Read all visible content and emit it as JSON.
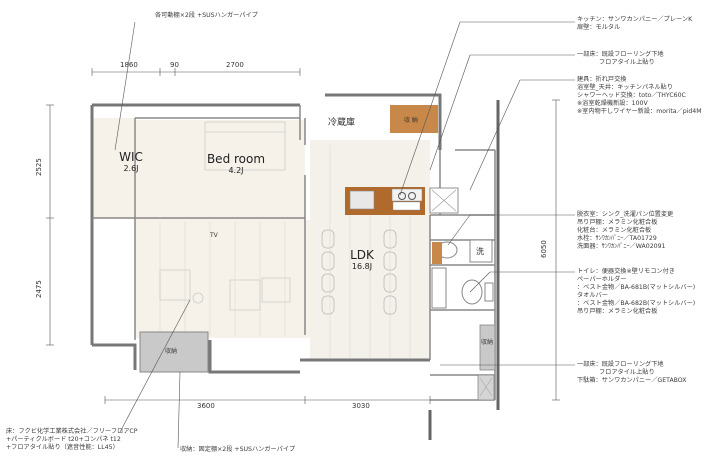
{
  "notes": {
    "top_center": "各可動棚×2段 +SUSハンガーパイプ",
    "r1": [
      "キッチン：サンワカンパニー／プレーンK",
      "扉壁：モルタル"
    ],
    "r2": [
      "一部床：既設フローリング下地",
      "フロアタイル上貼り"
    ],
    "r3": [
      "建具：折れ戸交換",
      "浴室壁_天井：キッチンパネル貼り",
      "シャワーヘッド交換：toto／THYC60C",
      "※浴室乾燥機新設：100V",
      "※室内物干しワイヤー新設：morita／pid4M"
    ],
    "r4": [
      "脱衣室：シンク_洗濯パン位置変更",
      "吊り戸棚：メラミン化粧合板",
      "化粧台：メラミン化粧合板",
      "水栓：ｻﾝﾜｶﾝﾊﾟﾆｰ／TA01729",
      "洗面器：ｻﾝﾜｶﾝﾊﾟﾆｰ／WA02091"
    ],
    "r5": [
      "トイレ：便器交換※壁リモコン付き",
      "ペーパーホルダー",
      "：ベスト金物／BA-681B(マットシルバー)",
      "タオルバー",
      "：ベスト金物／BA-682B(マットシルバー)",
      "吊り戸棚：メラミン化粧合板"
    ],
    "r6": [
      "一部床：既設フローリング下地",
      "フロアタイル上貼り",
      "下駄箱：サンワカンパニー／GETABOX"
    ],
    "bl": [
      "床：フクビ化学工業株式会社／フリーフロアCP",
      "+パーティクルボード t20+コンパネ t12",
      "+フロアタイル貼り（遮音性能：LL45）"
    ],
    "bc": "収納：固定棚×2段 +SUSハンガーパイプ"
  },
  "dimensions": {
    "top": [
      "1860",
      "90",
      "2700"
    ],
    "bottom": [
      "3600",
      "3030"
    ],
    "left": [
      "2525",
      "2475"
    ],
    "right": "6050"
  },
  "rooms": {
    "wic": {
      "name": "WIC",
      "area": "2.6J"
    },
    "bed": {
      "name": "Bed room",
      "area": "4.2J"
    },
    "ldk": {
      "name": "LDK",
      "area": "16.8J"
    }
  },
  "labels": {
    "fridge": "冷蔵庫",
    "storage": "収 納",
    "storage2": "収納",
    "tv": "TV",
    "wash": "洗",
    "storage_small": "収納"
  },
  "colors": {
    "wood": "#c8884a",
    "counter": "#b06a2c",
    "floor": "#f4f1ea",
    "wall": "#777777",
    "gray_box": "#c9c9c9"
  }
}
